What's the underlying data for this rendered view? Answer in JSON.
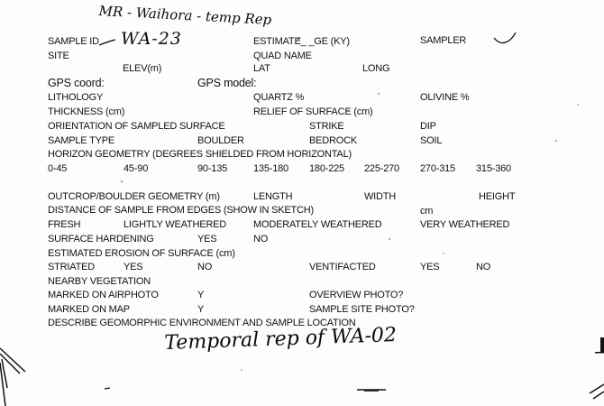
{
  "handwriting": {
    "header_note": "MR - Waihora - temp Rep",
    "sample_id_value": "WA-23",
    "environment_note": "Temporal rep of WA-02"
  },
  "form": {
    "sample_id": "SAMPLE ID",
    "estimated_age": "ESTIMATE_ _GE (KY)",
    "sampler": "SAMPLER",
    "site": "SITE",
    "quad_name": "QUAD NAME",
    "elev": "ELEV(m)",
    "lat": "LAT",
    "long": "LONG",
    "gps_coord": "GPS coord:",
    "gps_model": "GPS model:",
    "lithology": "LITHOLOGY",
    "quartz": "QUARTZ %",
    "olivine": "OLIVINE %",
    "thickness": "THICKNESS (cm)",
    "relief": "RELIEF OF SURFACE (cm)",
    "orientation": "ORIENTATION OF SAMPLED SURFACE",
    "strike": "STRIKE",
    "dip": "DIP",
    "sample_type": "SAMPLE TYPE",
    "boulder": "BOULDER",
    "bedrock": "BEDROCK",
    "soil": "SOIL",
    "horizon": "HORIZON GEOMETRY (DEGREES SHIELDED FROM HORIZONTAL)",
    "angles": [
      "0-45",
      "45-90",
      "90-135",
      "135-180",
      "180-225",
      "225-270",
      "270-315",
      "315-360"
    ],
    "outcrop": "OUTCROP/BOULDER GEOMETRY (m)",
    "length": "LENGTH",
    "width": "WIDTH",
    "height": "HEIGHT",
    "distance": "DISTANCE OF SAMPLE FROM EDGES (SHOW IN SKETCH)",
    "cm": "cm",
    "fresh": "FRESH",
    "lightly": "LIGHTLY WEATHERED",
    "moderately": "MODERATELY WEATHERED",
    "very": "VERY WEATHERED",
    "hardening": "SURFACE HARDENING",
    "yes": "YES",
    "no": "NO",
    "erosion": "ESTIMATED EROSION OF SURFACE (cm)",
    "striated": "STRIATED",
    "ventifacted": "VENTIFACTED",
    "vegetation": "NEARBY VEGETATION",
    "airphoto": "MARKED ON AIRPHOTO",
    "y": "Y",
    "overview": "OVERVIEW PHOTO?",
    "map": "MARKED ON MAP",
    "site_photo": "SAMPLE SITE PHOTO?",
    "describe": "DESCRIBE GEOMORPHIC ENVIRONMENT AND SAMPLE LOCATION"
  }
}
